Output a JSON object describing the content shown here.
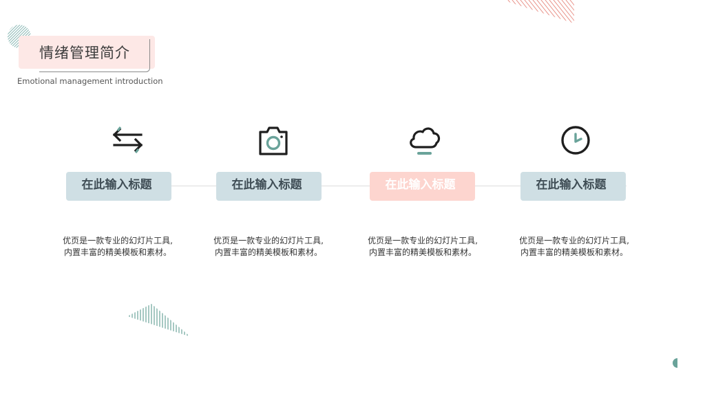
{
  "header": {
    "title": "情绪管理简介",
    "subtitle": "Emotional management introduction"
  },
  "colors": {
    "teal": "#6aa39a",
    "teal_light": "#cfdfe4",
    "pink": "#fdd5cf",
    "pink_stripe": "#e9938a",
    "icon_dark": "#1f1f1f"
  },
  "steps": [
    {
      "icon": "swap-arrows-icon",
      "title": "在此输入标题",
      "desc_line1": "优页是一款专业的幻灯片工具,",
      "desc_line2": "内置丰富的精美模板和素材。",
      "accent": "teal"
    },
    {
      "icon": "camera-icon",
      "title": "在此输入标题",
      "desc_line1": "优页是一款专业的幻灯片工具,",
      "desc_line2": "内置丰富的精美模板和素材。",
      "accent": "teal"
    },
    {
      "icon": "cloud-icon",
      "title": "在此输入标题",
      "desc_line1": "优页是一款专业的幻灯片工具,",
      "desc_line2": "内置丰富的精美模板和素材。",
      "accent": "pink"
    },
    {
      "icon": "clock-icon",
      "title": "在此输入标题",
      "desc_line1": "优页是一款专业的幻灯片工具,",
      "desc_line2": "内置丰富的精美模板和素材。",
      "accent": "teal"
    }
  ]
}
